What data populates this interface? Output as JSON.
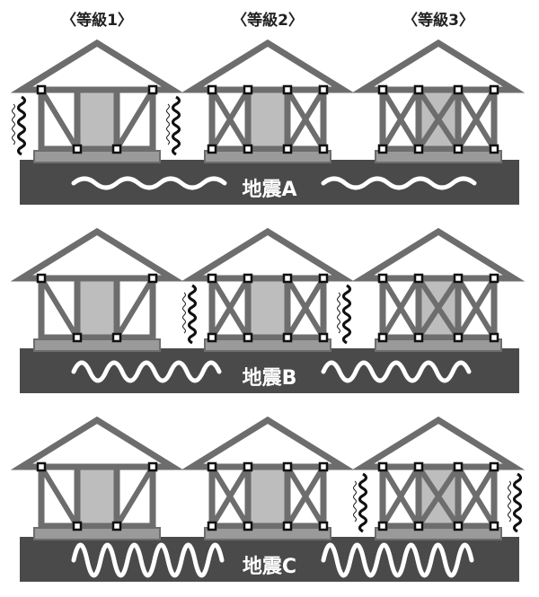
{
  "grades": [
    "〈等級1〉",
    "〈等級2〉",
    "〈等級3〉"
  ],
  "rows": [
    {
      "label": "地震A",
      "shaking_house": 0,
      "wave_strength": 1
    },
    {
      "label": "地震B",
      "shaking_house": 1,
      "wave_strength": 2
    },
    {
      "label": "地震C",
      "shaking_house": 2,
      "wave_strength": 3
    }
  ],
  "colors": {
    "frame": "#6d6d6d",
    "ground": "#4a4a4a",
    "panel": "#bdbdbd",
    "base": "#9a9a9a"
  }
}
